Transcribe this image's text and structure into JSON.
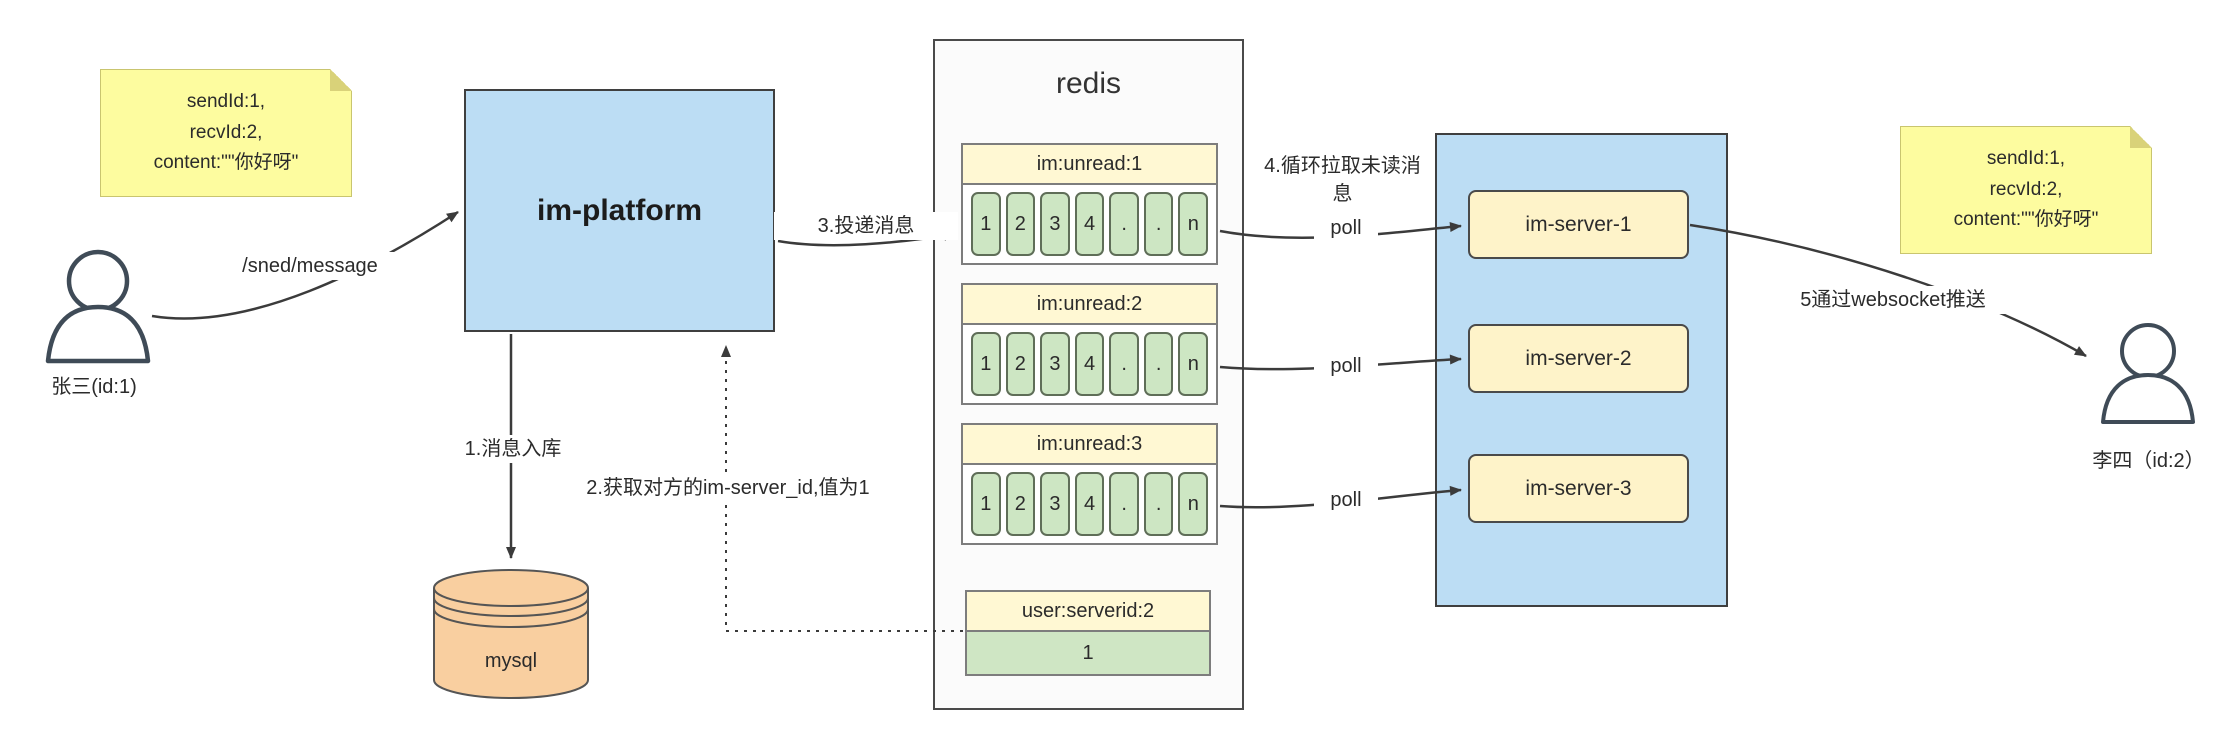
{
  "notes": {
    "left": {
      "line1": "sendId:1,",
      "line2": "recvId:2,",
      "line3": "content:\"\"你好呀\""
    },
    "right": {
      "line1": "sendId:1,",
      "line2": "recvId:2,",
      "line3": "content:\"\"你好呀\""
    }
  },
  "actors": {
    "sender": "张三(id:1)",
    "receiver": "李四（id:2）"
  },
  "platform": {
    "label": "im-platform"
  },
  "database": {
    "label": "mysql"
  },
  "redis": {
    "title": "redis",
    "queues": [
      {
        "title": "im:unread:1",
        "cells": [
          "1",
          "2",
          "3",
          "4",
          ".",
          ".",
          "n"
        ]
      },
      {
        "title": "im:unread:2",
        "cells": [
          "1",
          "2",
          "3",
          "4",
          ".",
          ".",
          "n"
        ]
      },
      {
        "title": "im:unread:3",
        "cells": [
          "1",
          "2",
          "3",
          "4",
          ".",
          ".",
          "n"
        ]
      }
    ],
    "mapping": {
      "title": "user:serverid:2",
      "value": "1"
    }
  },
  "server_group": {
    "servers": [
      "im-server-1",
      "im-server-2",
      "im-server-3"
    ]
  },
  "edges": {
    "send": "/sned/message",
    "store": "1.消息入库",
    "get_server_id": "2.获取对方的im-server_id,值为1",
    "deliver": "3.投递消息",
    "poll_loop": "4.循环拉取未读消息",
    "poll1": "poll",
    "poll2": "poll",
    "poll3": "poll",
    "push": "5通过websocket推送"
  }
}
